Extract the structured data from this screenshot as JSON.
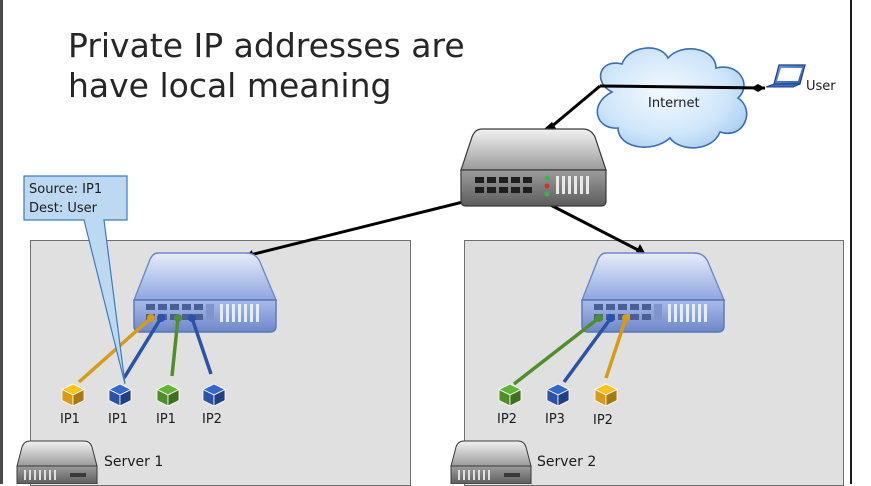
{
  "slide": {
    "title_line1": "Private IP addresses are",
    "title_line2": "have local meaning"
  },
  "cloud": {
    "label": "Internet"
  },
  "user": {
    "label": "User"
  },
  "callout": {
    "line1": "Source: IP1",
    "line2": "Dest: User"
  },
  "server1": {
    "label": "Server 1",
    "vms": [
      {
        "label": "IP1",
        "color": "#d79b14"
      },
      {
        "label": "IP1",
        "color": "#2a52a8"
      },
      {
        "label": "IP1",
        "color": "#4f8f2a"
      },
      {
        "label": "IP2",
        "color": "#2a52a8"
      }
    ]
  },
  "server2": {
    "label": "Server 2",
    "vms": [
      {
        "label": "IP2",
        "color": "#4f8f2a"
      },
      {
        "label": "IP3",
        "color": "#2a52a8"
      },
      {
        "label": "IP2",
        "color": "#d79b14"
      }
    ]
  },
  "colors": {
    "gold": "#d79b14",
    "blue": "#2a52a8",
    "green": "#4f8f2a",
    "callout_fill": "#bcd9f1",
    "server_box": "#e0e0e0",
    "switch_blue": "#9fb6e8",
    "switch_gray": "#b5b5b5"
  }
}
